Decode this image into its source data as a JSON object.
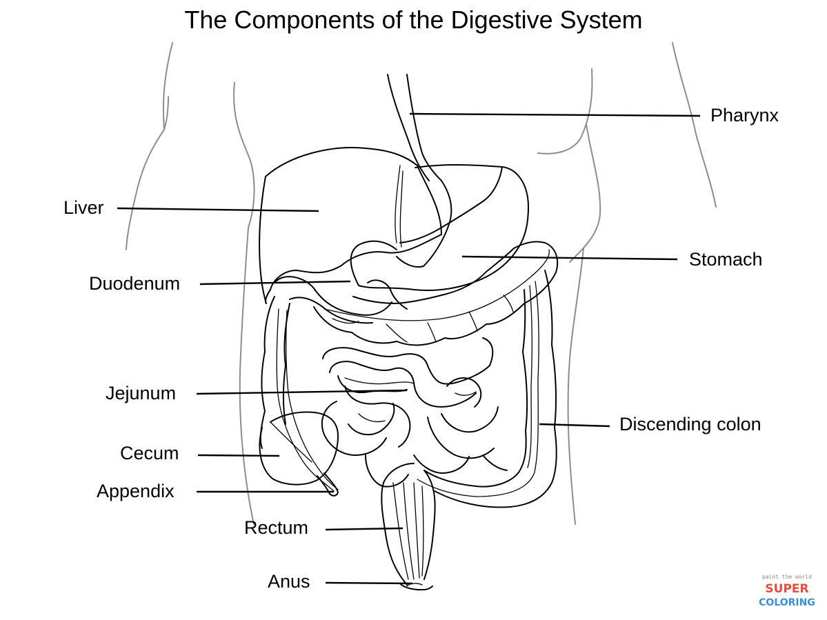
{
  "title": "The Components of the Digestive System",
  "labels": {
    "pharynx": "Pharynx",
    "liver": "Liver",
    "stomach": "Stomach",
    "duodenum": "Duodenum",
    "jejunum": "Jejunum",
    "descending_colon": "Discending colon",
    "cecum": "Cecum",
    "appendix": "Appendix",
    "rectum": "Rectum",
    "anus": "Anus"
  },
  "logo": {
    "tagline": "paint the world",
    "line1": "SUPER",
    "line2": "COLORING"
  },
  "colors": {
    "line": "#000000",
    "outline": "#8c8c8c",
    "background": "#ffffff"
  }
}
